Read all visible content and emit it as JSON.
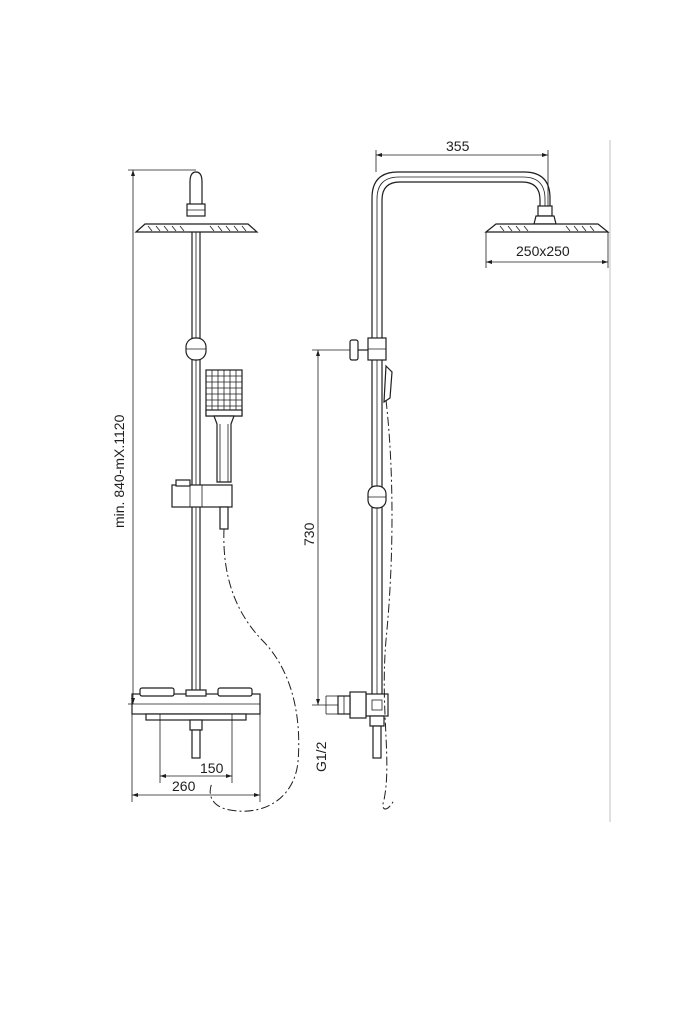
{
  "dimensions": {
    "height_range": "min. 840-mX.1120",
    "arm_length": "355",
    "head_size": "250x250",
    "handshower_height": "730",
    "connection_thread": "G1/2",
    "inlet_spacing": "150",
    "mixer_width": "260"
  }
}
